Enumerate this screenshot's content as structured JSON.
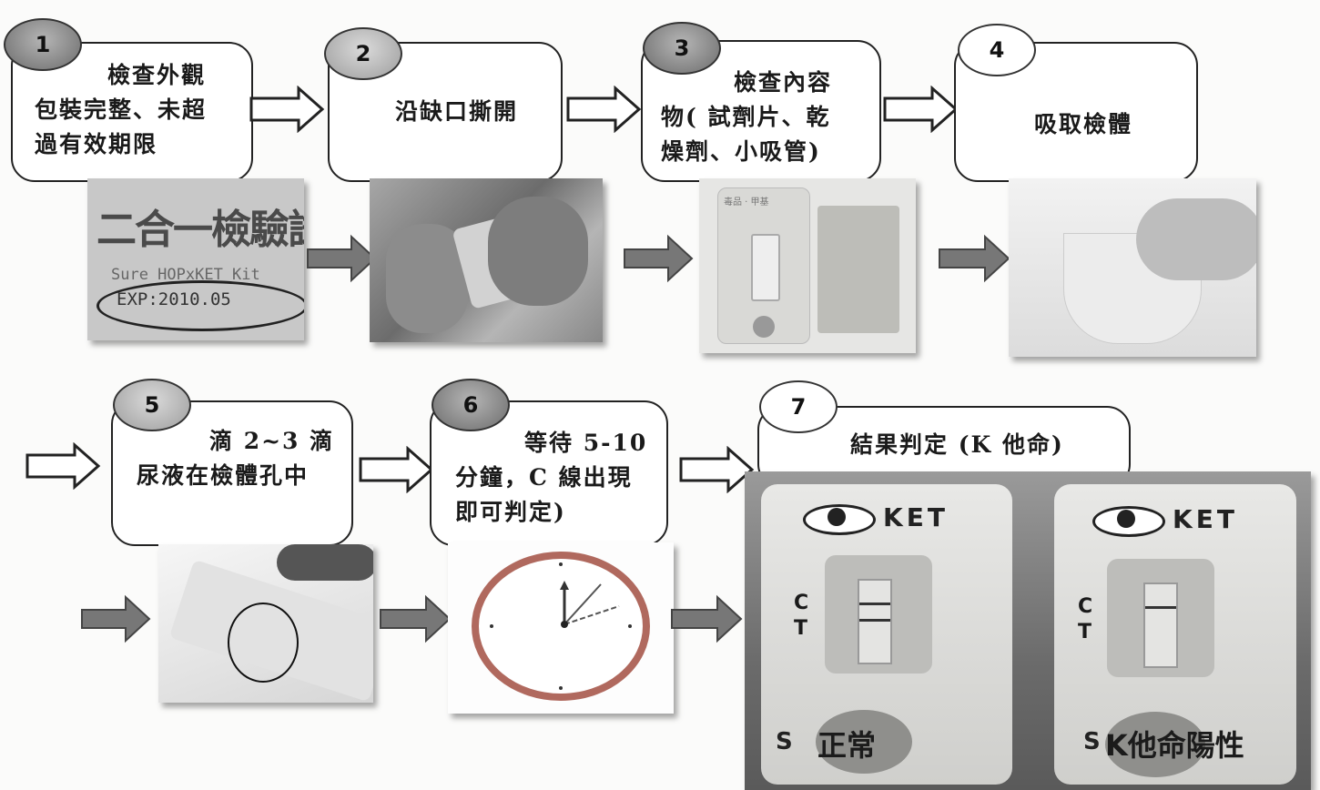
{
  "steps": [
    {
      "number": "1",
      "lines": [
        "檢查外觀",
        "包裝完整、未超",
        "過有效期限"
      ]
    },
    {
      "number": "2",
      "lines": [
        "沿缺口撕開"
      ]
    },
    {
      "number": "3",
      "lines": [
        "檢查內容",
        "物( 試劑片、乾",
        "燥劑、小吸管)"
      ]
    },
    {
      "number": "4",
      "lines": [
        "吸取檢體"
      ]
    },
    {
      "number": "5",
      "lines": [
        "滴 2~3 滴",
        "尿液在檢體孔中"
      ]
    },
    {
      "number": "6",
      "lines": [
        "等待 5-10",
        "分鐘，C 線出現",
        "即可判定)"
      ]
    },
    {
      "number": "7",
      "lines": [
        "結果判定 (K 他命)"
      ]
    }
  ],
  "photo1": {
    "title": "二合一檢驗試",
    "subtitle": "Sure HOPxKET Kit",
    "expiry": "EXP:2010.05"
  },
  "photo3": {
    "brand": "毒品 · 甲基"
  },
  "result": {
    "brand": "KET",
    "c_label": "C",
    "t_label": "T",
    "normal_prefix": "S",
    "normal_label": "正常",
    "positive_prefix": "S",
    "positive_label": "K他命陽性"
  },
  "colors": {
    "badge_dark": "#8a8a8a",
    "badge_mid": "#b8b8b8",
    "arrow_gray": "#6e6e6e",
    "clock_ring": "#b0695e"
  }
}
